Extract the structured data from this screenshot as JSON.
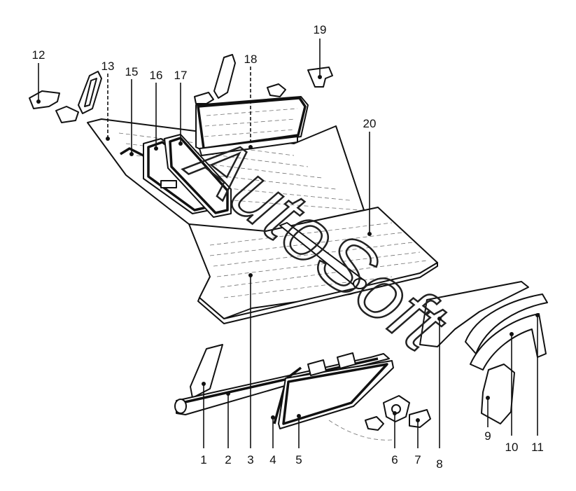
{
  "watermark": "AutoSoft",
  "callouts": {
    "n1": "1",
    "n2": "2",
    "n3": "3",
    "n4": "4",
    "n5": "5",
    "n6": "6",
    "n7": "7",
    "n8": "8",
    "n9": "9",
    "n10": "10",
    "n11": "11",
    "n12": "12",
    "n13": "13",
    "n15": "15",
    "n16": "16",
    "n17": "17",
    "n18": "18",
    "n19": "19",
    "n20": "20"
  }
}
